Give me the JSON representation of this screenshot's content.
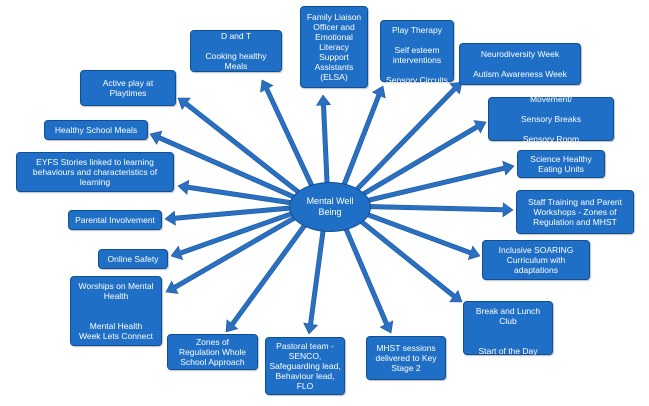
{
  "diagram": {
    "center": {
      "id": "mental-well-being",
      "text": "Mental Well\nBeing"
    },
    "nodes": [
      {
        "id": "d-and-t",
        "text": "D and T\n\nCooking healthy\nMeals"
      },
      {
        "id": "family-liaison",
        "text": "Family Liaison\nOfficer and\nEmotional\nLiteracy\nSupport\nAssistants\n(ELSA)"
      },
      {
        "id": "play-therapy",
        "text": "Play Therapy\n\nSelf esteem\ninterventions\n\nSensory Circuits"
      },
      {
        "id": "neurodiversity-week",
        "text": "Neurodiversity Week\n\nAutism Awareness Week"
      },
      {
        "id": "active-play",
        "text": "Active play at\nPlaytimes"
      },
      {
        "id": "movement",
        "text": "Movement/\n\nSensory Breaks\n\nSensory Room"
      },
      {
        "id": "healthy-school-meals",
        "text": "Healthy School Meals"
      },
      {
        "id": "eyfs-stories",
        "text": "EYFS Stories linked to learning\nbehaviours and characteristics of\nlearning"
      },
      {
        "id": "science-healthy-eating",
        "text": "Science Healthy\nEating Units"
      },
      {
        "id": "staff-training",
        "text": "Staff Training and Parent\nWorkshops - Zones of\nRegulation and MHST"
      },
      {
        "id": "parental-involvement",
        "text": "Parental Involvement"
      },
      {
        "id": "inclusive-soaring",
        "text": "Inclusive SOARING\nCurriculum with\nadaptations"
      },
      {
        "id": "online-safety",
        "text": "Online Safety"
      },
      {
        "id": "worships",
        "text": "Worships on Mental\nHealth\n\n\nMental Health\nWeek Lets Connect"
      },
      {
        "id": "break-and-lunch-club",
        "text": "Break and Lunch\nClub\n\n\nStart of the Day\nClub"
      },
      {
        "id": "zones-of-regulation",
        "text": "Zones of\nRegulation Whole\nSchool Approach"
      },
      {
        "id": "pastoral-team",
        "text": "Pastoral team -\nSENCO,\nSafeguarding lead,\nBehaviour lead,\nFLO"
      },
      {
        "id": "mhst-sessions",
        "text": "MHST sessions\ndelivered to Key\nStage 2"
      }
    ],
    "colors": {
      "box_fill": "#1f6fc6",
      "box_border": "#0f4f96",
      "arrow": "#2a6fc0",
      "text": "#ffffff"
    }
  }
}
